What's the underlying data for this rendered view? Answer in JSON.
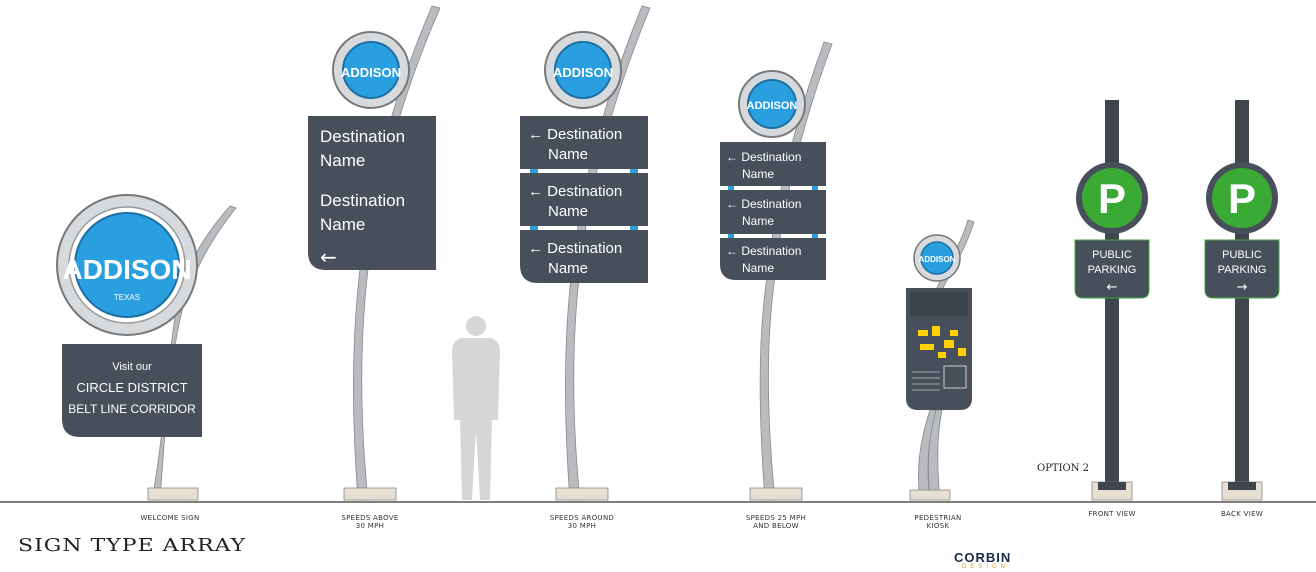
{
  "colors": {
    "panel": "#464f5a",
    "blue": "#2a9fe0",
    "pole": "#b8bcc1",
    "green": "#3aaa35",
    "ground": "#555555"
  },
  "welcome": {
    "brand": "ADDISON",
    "sub": "TEXAS",
    "line1": "Visit our",
    "line2": "CIRCLE DISTRICT",
    "line3": "BELT LINE CORRIDOR",
    "caption": "Welcome Sign"
  },
  "sign30above": {
    "brand": "ADDISON",
    "dest1a": "Destination",
    "dest1b": "Name",
    "dest2a": "Destination",
    "dest2b": "Name",
    "arrow": "←",
    "caption": "Speeds above\n30 mph"
  },
  "sign30around": {
    "brand": "ADDISON",
    "rows": [
      {
        "a": "← Destination",
        "b": "Name"
      },
      {
        "a": "← Destination",
        "b": "Name"
      },
      {
        "a": "← Destination",
        "b": "Name"
      }
    ],
    "caption": "Speeds around\n30 mph"
  },
  "sign25": {
    "brand": "ADDISON",
    "rows": [
      {
        "a": "← Destination",
        "b": "Name"
      },
      {
        "a": "← Destination",
        "b": "Name"
      },
      {
        "a": "← Destination",
        "b": "Name"
      }
    ],
    "caption": "Speeds 25 mph\nand below"
  },
  "kiosk": {
    "brand": "ADDISON",
    "caption": "Pedestrian\nKiosk"
  },
  "parking": {
    "letter": "P",
    "line1": "PUBLIC",
    "line2": "PARKING",
    "arrowLeft": "←",
    "arrowRight": "→",
    "captionFront": "Front View",
    "captionBack": "Back View",
    "option": "Option 2"
  },
  "title": "Sign Type Array",
  "logo": {
    "name": "CORBIN",
    "sub": "DESIGN"
  }
}
